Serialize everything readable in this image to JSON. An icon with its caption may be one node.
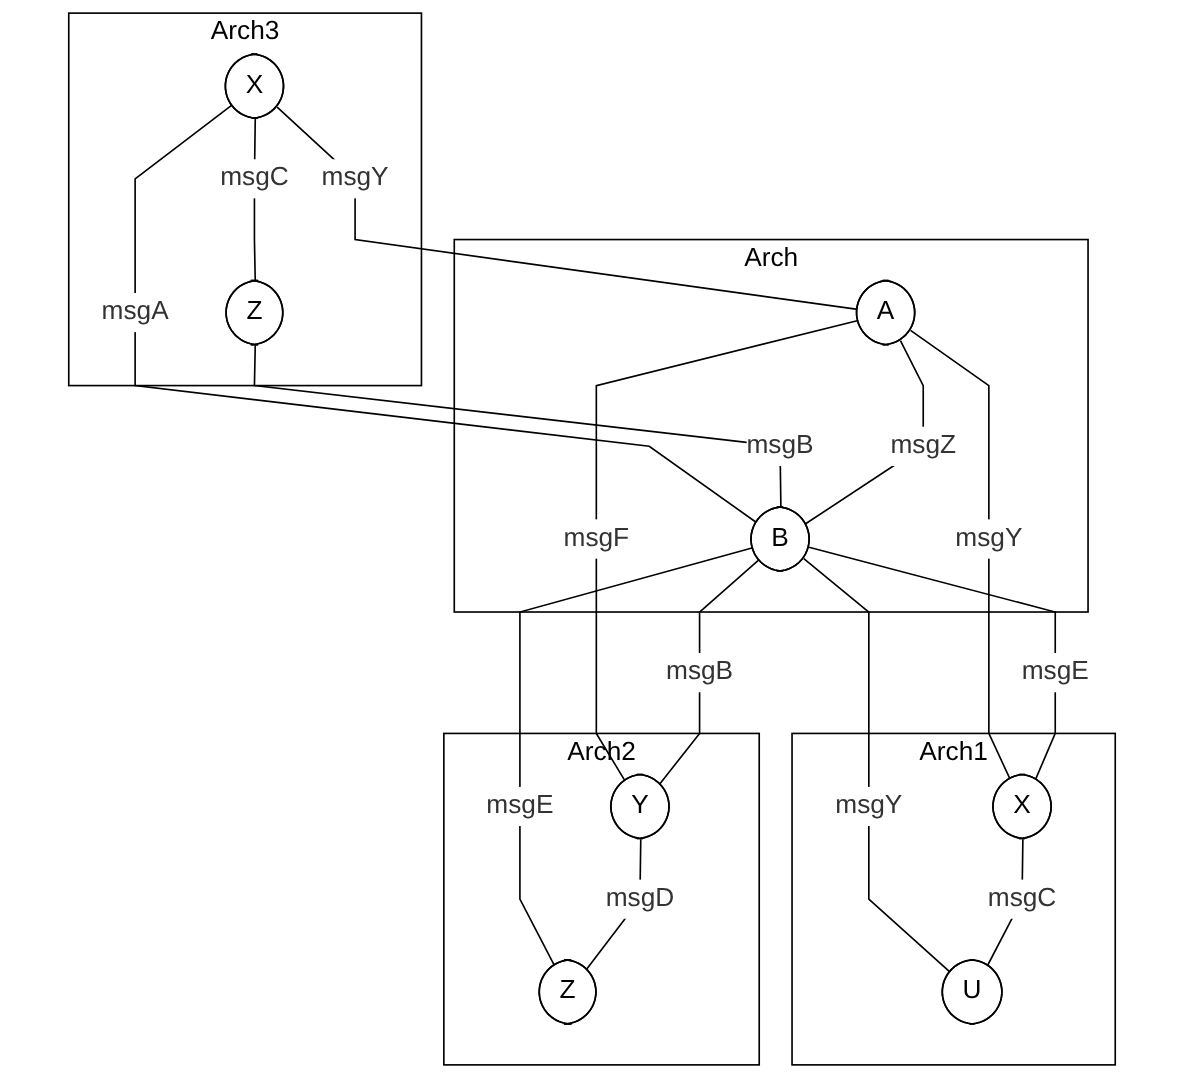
{
  "diagram": {
    "nodes": [
      {
        "text": [
          "Arch3"
        ]
      },
      {
        "text": [
          "X"
        ],
        "in": 0
      },
      {
        "text": [
          "Z"
        ],
        "in": 0
      },
      {
        "text": [
          "Arch"
        ]
      },
      {
        "text": [
          "A"
        ],
        "in": 3
      },
      {
        "text": [
          "B"
        ],
        "in": 3
      },
      {
        "text": [
          "Arch1"
        ]
      },
      {
        "text": [
          "X"
        ],
        "in": 6
      },
      {
        "text": [
          "U"
        ],
        "in": 6
      },
      {
        "text": [
          "Arch2"
        ]
      },
      {
        "text": [
          "Y"
        ],
        "in": 9
      },
      {
        "text": [
          "Z"
        ],
        "in": 9
      }
    ],
    "edges": [
      {
        "from": 1,
        "to": 2,
        "arrow": "none",
        "label": "msgC"
      },
      {
        "from": 1,
        "to": 4,
        "arrow": "none",
        "label": "msgY"
      },
      {
        "from": 1,
        "to": 5,
        "arrow": "none",
        "label": "msgA"
      },
      {
        "from": 2,
        "to": 5,
        "arrow": "none",
        "label": "msgB"
      },
      {
        "from": 4,
        "to": 5,
        "arrow": "none",
        "label": "msgZ"
      },
      {
        "from": 4,
        "to": 7,
        "arrow": "none",
        "label": "msgY"
      },
      {
        "from": 4,
        "to": 10,
        "arrow": "none",
        "label": "msgF"
      },
      {
        "from": 5,
        "to": 7,
        "arrow": "none",
        "label": "msgE"
      },
      {
        "from": 5,
        "to": 8,
        "arrow": "none",
        "label": "msgY"
      },
      {
        "from": 5,
        "to": 10,
        "arrow": "none",
        "label": "msgB"
      },
      {
        "from": 5,
        "to": 11,
        "arrow": "none",
        "label": "msgE"
      },
      {
        "from": 7,
        "to": 8,
        "arrow": "none",
        "label": "msgC"
      },
      {
        "from": 10,
        "to": 11,
        "arrow": "none",
        "label": "msgD"
      }
    ]
  }
}
